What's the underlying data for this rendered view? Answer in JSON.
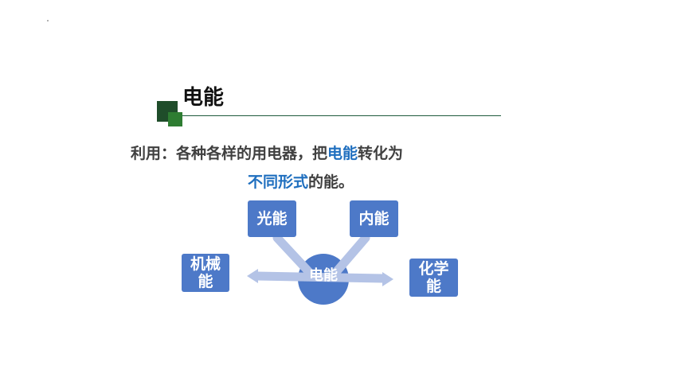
{
  "section": {
    "title": "电能"
  },
  "body": {
    "line1_prefix": "利用：各种各样的用电器，把",
    "line1_highlight": "电能",
    "line1_suffix": "转化为",
    "line2_highlight": "不同形式",
    "line2_suffix": "的能。"
  },
  "diagram": {
    "center": "电能",
    "forms": {
      "light": "光能",
      "internal": "内能",
      "mechanical_line1": "机械",
      "mechanical_line2": "能",
      "chemical_line1": "化学",
      "chemical_line2": "能"
    }
  },
  "colors": {
    "box_fill": "#4d79c8",
    "arrow": "#b4c3e6",
    "highlight_text": "#1f6fbf",
    "accent_green": "#1f4d2a"
  }
}
